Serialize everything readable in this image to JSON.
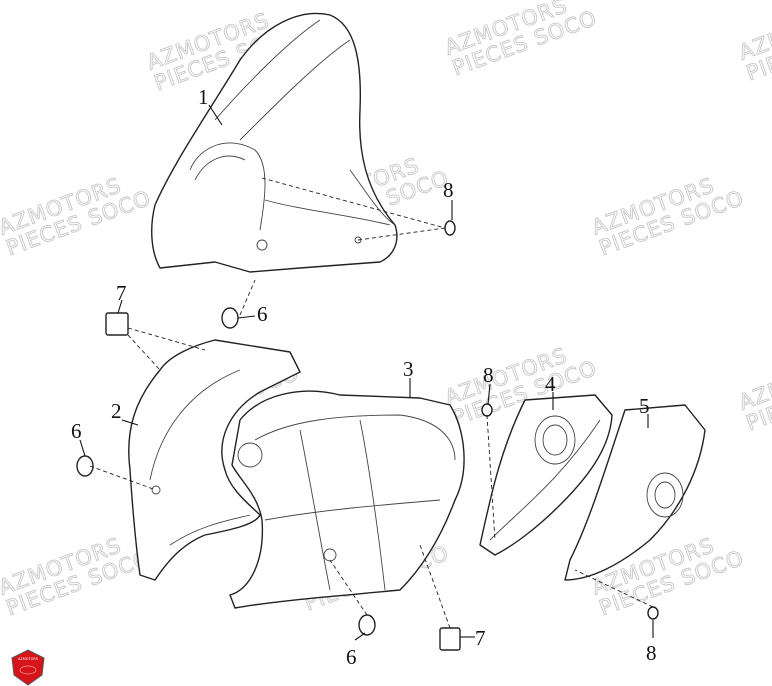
{
  "watermark": {
    "line1": "AZMOTORS",
    "line2": "PIECES SOCO"
  },
  "logo": {
    "text": "AZMOTORS",
    "color": "#d8141b"
  },
  "callouts": [
    {
      "number": "1"
    },
    {
      "number": "8"
    },
    {
      "number": "7"
    },
    {
      "number": "6"
    },
    {
      "number": "3"
    },
    {
      "number": "2"
    },
    {
      "number": "6"
    },
    {
      "number": "8"
    },
    {
      "number": "4"
    },
    {
      "number": "5"
    },
    {
      "number": "6"
    },
    {
      "number": "7"
    },
    {
      "number": "8"
    }
  ]
}
